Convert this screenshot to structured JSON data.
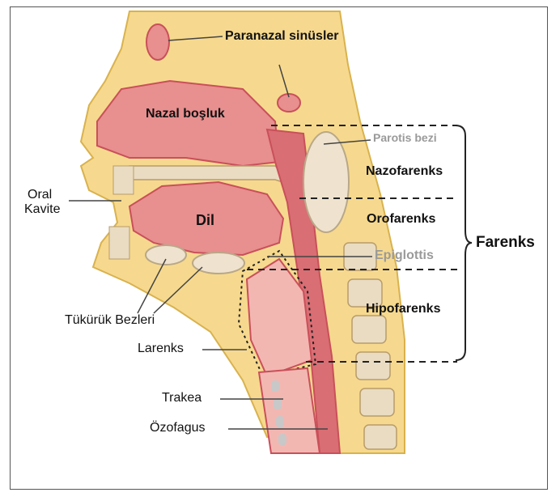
{
  "labels": {
    "paranazal": "Paranazal sinüsler",
    "nazal": "Nazal boşluk",
    "parotis": "Parotis bezi",
    "nazofarenks": "Nazofarenks",
    "oral_line1": "Oral",
    "oral_line2": "Kavite",
    "dil": "Dil",
    "orofarenks": "Orofarenks",
    "farenks": "Farenks",
    "epiglottis": "Epiglottis",
    "tukuruk": "Tükürük Bezleri",
    "hipofarenks": "Hipofarenks",
    "larenks": "Larenks",
    "trakea": "Trakea",
    "ozofagus": "Özofagus"
  },
  "colors": {
    "skin": "#f6d98e",
    "tissue": "#e88f8f",
    "tissue_dark": "#c9505a",
    "cavity": "#f3b7b2",
    "bone": "#e9dcc2",
    "gland": "#efe3cf",
    "cartilage": "#c8c8c8"
  }
}
